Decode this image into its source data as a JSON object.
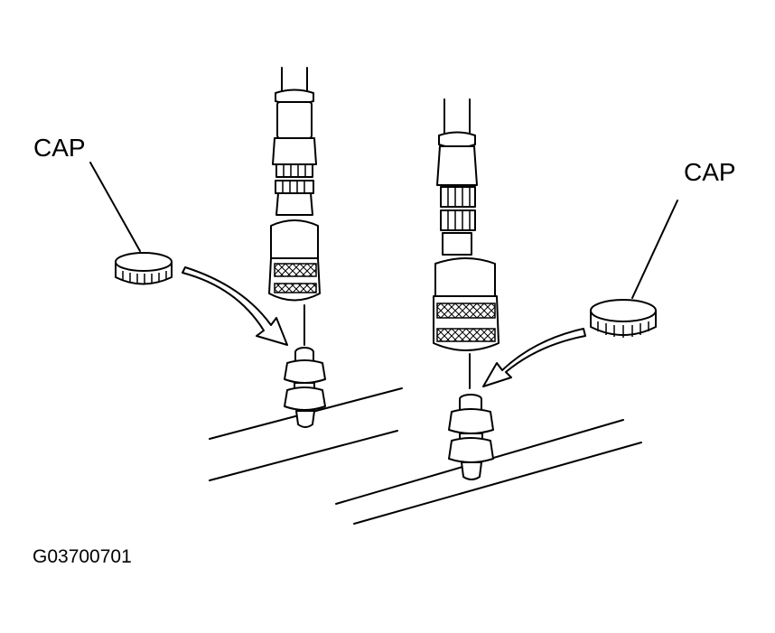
{
  "labels": {
    "cap_left": "CAP",
    "cap_right": "CAP",
    "figure_code": "G03700701"
  },
  "colors": {
    "line": "#000000",
    "background": "#ffffff"
  }
}
